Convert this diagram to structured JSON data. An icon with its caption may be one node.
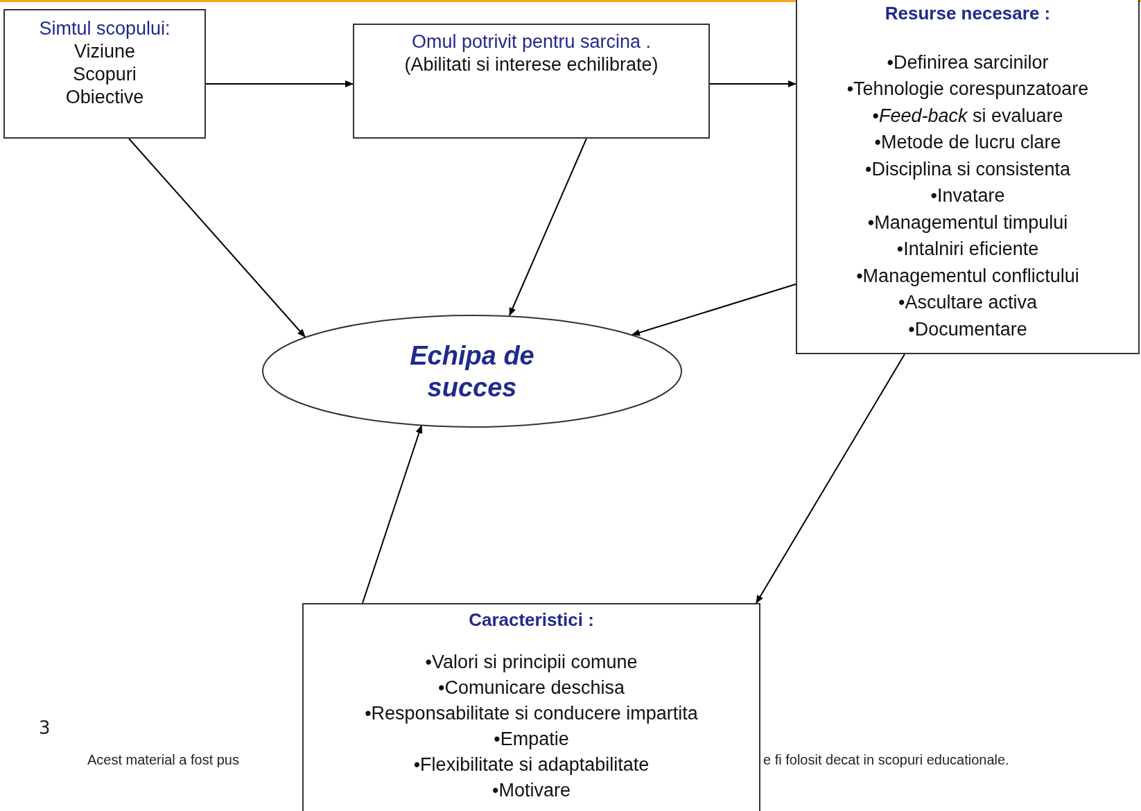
{
  "diagram": {
    "nodes": [
      {
        "text": [
          "Simtul scopului:",
          "Viziune",
          "Scopuri",
          "Obiective"
        ]
      },
      {
        "text": [
          "Omul potrivit pentru sarcina .",
          "(Abilitati si interese echilibrate)"
        ]
      },
      {
        "text": [
          "Resurse necesare :",
          "•Definirea sarcinilor",
          "•Tehnologie corespunzatoare",
          "•*Feed-back* si evaluare",
          "•Metode de lucru clare",
          "•Disciplina si consistenta",
          "•Invatare",
          "•Managementul timpului",
          "•Intalniri eficiente",
          "•Managementul conflictului",
          "•Ascultare activa",
          "•Documentare"
        ]
      },
      {
        "text": [
          "Echipa de succes"
        ]
      },
      {
        "text": [
          "Caracteristici :",
          "•Valori si principii comune",
          "•Comunicare deschisa",
          "•Responsabilitate si conducere impartita",
          "•Empatie",
          "•Flexibilitate si adaptabilitate",
          "•Motivare"
        ]
      }
    ],
    "edges": [
      {
        "from": 0,
        "to": 1,
        "arrow": "to"
      },
      {
        "from": 1,
        "to": 2,
        "arrow": "to"
      },
      {
        "from": 0,
        "to": 3,
        "arrow": "to"
      },
      {
        "from": 1,
        "to": 3,
        "arrow": "to"
      },
      {
        "from": 2,
        "to": 3,
        "arrow": "to"
      },
      {
        "from": 4,
        "to": 3,
        "arrow": "to"
      },
      {
        "from": 2,
        "to": 4,
        "arrow": "to"
      }
    ],
    "labels": [
      "3",
      "Acest material a fost pus",
      "e fi folosit decat in scopuri educationale."
    ]
  }
}
